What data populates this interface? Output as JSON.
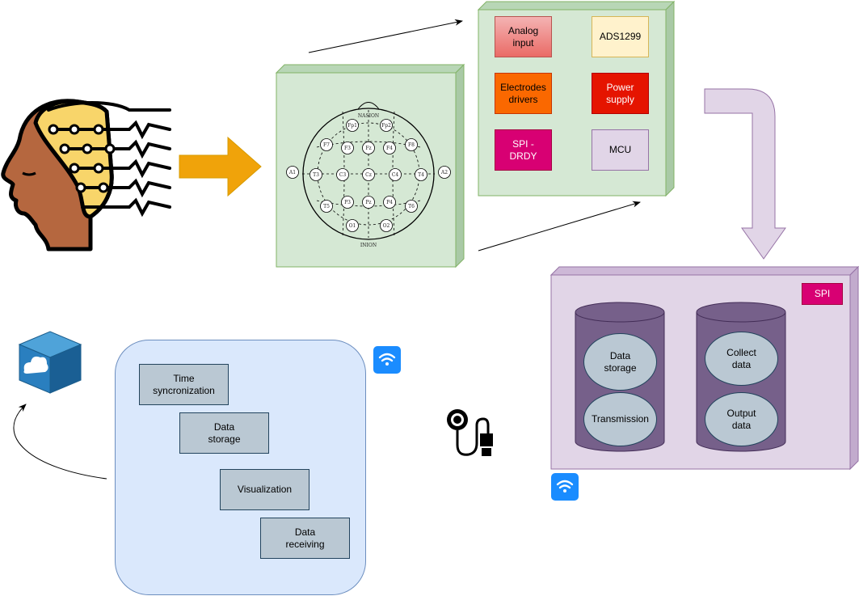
{
  "colors": {
    "green_panel": "#d5e8d4",
    "green_border": "#82b366",
    "purple_panel": "#e1d5e7",
    "purple_border": "#9673a6",
    "blue_panel": "#dae8fc",
    "blue_border": "#6c8ebf",
    "cylinder": "#76608a",
    "arrow_orange": "#f0a30a",
    "wifi_blue": "#1a8cff"
  },
  "eeg_cap": {
    "top_label": "NASION",
    "bottom_label": "INION",
    "electrodes": [
      "Fp1",
      "Fp2",
      "F7",
      "F3",
      "Fz",
      "F4",
      "F8",
      "A1",
      "T3",
      "C3",
      "Cz",
      "C4",
      "T4",
      "A2",
      "T5",
      "P3",
      "Pz",
      "P4",
      "T6",
      "O1",
      "O2"
    ]
  },
  "acquisition_board": {
    "analog_input": "Analog\ninput",
    "ads1299": "ADS1299",
    "electrodes_drivers": "Electrodes\ndrivers",
    "power_supply": "Power\nsupply",
    "spi_drdy": "SPI -\nDRDY",
    "mcu": "MCU"
  },
  "processing_unit": {
    "spi_badge": "SPI",
    "left_cylinder": [
      "Data\nstorage",
      "Transmission"
    ],
    "right_cylinder": [
      "Collect\ndata",
      "Output\ndata"
    ]
  },
  "client_app": {
    "steps": [
      "Time\nsyncronization",
      "Data\nstorage",
      "Visualization",
      "Data\nreceiving"
    ]
  },
  "icons": [
    "head-electrodes-icon",
    "cloud-cube-icon",
    "wifi-icon",
    "usb-cable-icon"
  ]
}
